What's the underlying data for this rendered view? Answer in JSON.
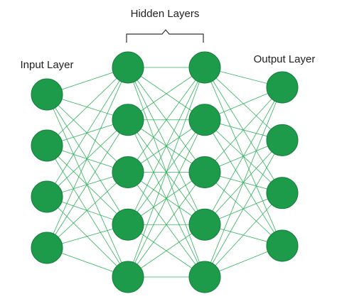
{
  "labels": {
    "input": "Input Layer",
    "hidden": "Hidden Layers",
    "output": "Output Layer"
  },
  "network": {
    "layer_sizes": [
      4,
      5,
      5,
      4
    ],
    "fully_connected": true
  },
  "colors": {
    "node": "#1d9a4a",
    "node_edge": "#15803d",
    "connection": "#2fb35a",
    "text": "#222222",
    "bracket": "#333333"
  }
}
